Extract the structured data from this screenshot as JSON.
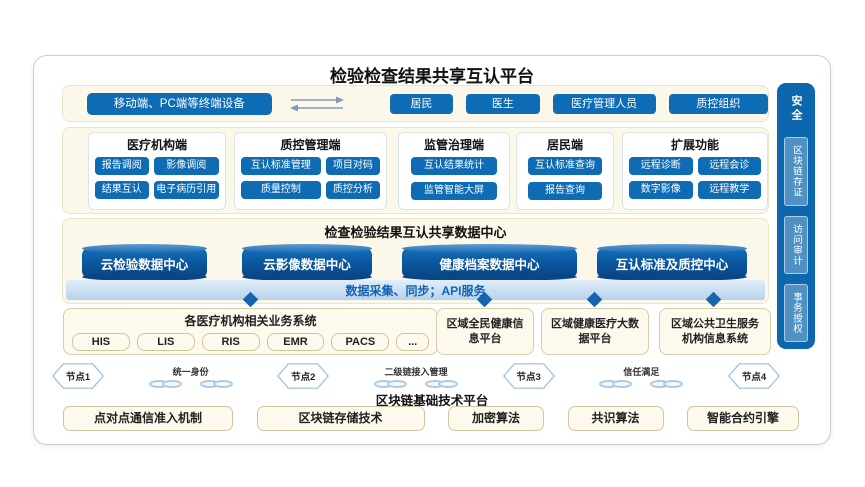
{
  "title": "检验检查结果共享互认平台",
  "colors": {
    "accent_blue": "#0e6cb4",
    "cylinder_blue": "#0b539c",
    "band_blue": "#b5d2ec",
    "cream": "#fcf8e9",
    "sidebar_blue": "#0d67ae",
    "diamond_blue": "#1466ae"
  },
  "terminal_row": {
    "device_button": "移动端、PC端等终端设备",
    "users": [
      "居民",
      "医生",
      "医疗管理人员",
      "质控组织"
    ]
  },
  "clients": [
    {
      "title": "医疗机构端",
      "buttons": [
        "报告调阅",
        "影像调阅",
        "结果互认",
        "电子病历引用"
      ]
    },
    {
      "title": "质控管理端",
      "buttons": [
        "互认标准管理",
        "项目对码",
        "质量控制",
        "质控分析"
      ]
    },
    {
      "title": "监管治理端",
      "buttons": [
        "互认结果统计",
        "监管智能大屏"
      ]
    },
    {
      "title": "居民端",
      "buttons": [
        "互认标准查询",
        "报告查询"
      ]
    },
    {
      "title": "扩展功能",
      "buttons": [
        "远程诊断",
        "远程会诊",
        "数字影像",
        "远程教学"
      ]
    }
  ],
  "data_center": {
    "title": "检查检验结果互认共享数据中心",
    "cylinders": [
      "云检验数据中心",
      "云影像数据中心",
      "健康档案数据中心",
      "互认标准及质控中心"
    ],
    "band": "数据采集、同步；API服务"
  },
  "platforms": [
    {
      "title": "各医疗机构相关业务系统",
      "systems": [
        "HIS",
        "LIS",
        "RIS",
        "EMR",
        "PACS",
        "..."
      ]
    },
    {
      "title": "区域全民健康信息平台"
    },
    {
      "title": "区域健康医疗大数据平台"
    },
    {
      "title": "区域公共卫生服务机构信息系统"
    }
  ],
  "blockchain": {
    "nodes": [
      "节点1",
      "节点2",
      "节点3",
      "节点4"
    ],
    "link_labels": [
      "统一身份",
      "二级链接入管理",
      "信任满足"
    ],
    "title": "区块链基础技术平台",
    "components": [
      "点对点通信准入机制",
      "区块链存储技术",
      "加密算法",
      "共识算法",
      "智能合约引擎"
    ]
  },
  "sidebar": {
    "title": "安全",
    "items": [
      "区块链存证",
      "访问审计",
      "事务授权"
    ]
  }
}
